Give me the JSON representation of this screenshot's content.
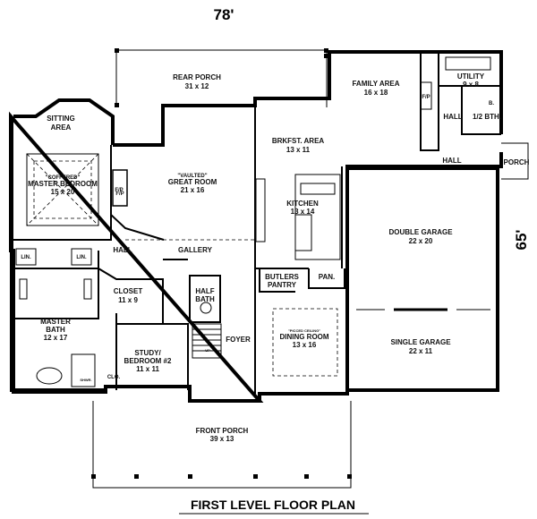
{
  "dimensions": {
    "width": "78'",
    "depth": "65'"
  },
  "plan_title": "FIRST LEVEL FLOOR PLAN",
  "rooms": {
    "rear_porch": {
      "name": "REAR PORCH",
      "size": "31 x 12"
    },
    "family_area": {
      "name": "FAMILY AREA",
      "size": "16 x 18"
    },
    "utility": {
      "name": "UTILITY",
      "size": "9 x 8"
    },
    "hall_upper": {
      "name": "HALL"
    },
    "half_bath_upper": {
      "name": "1/2 BTH."
    },
    "b": {
      "name": "B."
    },
    "hall_right": {
      "name": "HALL"
    },
    "porch_small": {
      "name": "PORCH"
    },
    "sitting_area": {
      "name": "SITTING",
      "name2": "AREA"
    },
    "master_bedroom": {
      "note": "\"COFFERED\"",
      "name": "MASTER BEDROOM",
      "size": "15 x 20"
    },
    "great_room": {
      "note": "\"VAULTED\"",
      "name": "GREAT ROOM",
      "size": "21 x 16"
    },
    "fp_master": {
      "name": "F/P"
    },
    "fp_great": {
      "name": "F/P"
    },
    "fp_family": {
      "name": "F/P"
    },
    "brkfst_area": {
      "name": "BRKFST. AREA",
      "size": "13 x 11"
    },
    "kitchen": {
      "name": "KITCHEN",
      "size": "13 x 14"
    },
    "double_garage": {
      "name": "DOUBLE GARAGE",
      "size": "22 x 20"
    },
    "single_garage": {
      "name": "SINGLE GARAGE",
      "size": "22 x 11"
    },
    "hall_mid": {
      "name": "HALL"
    },
    "gallery": {
      "name": "GALLERY"
    },
    "lin_left": {
      "name": "LIN."
    },
    "lin_right": {
      "name": "LIN."
    },
    "closet": {
      "name": "CLOSET",
      "size": "11 x 9"
    },
    "half_bath": {
      "name": "HALF",
      "name2": "BATH"
    },
    "butlers_pantry": {
      "name": "BUTLERS",
      "name2": "PANTRY"
    },
    "pan": {
      "name": "PAN."
    },
    "master_bath": {
      "name": "MASTER",
      "name2": "BATH",
      "size": "12 x 17"
    },
    "study": {
      "name": "STUDY/",
      "name2": "BEDROOM #2",
      "size": "11 x 11"
    },
    "foyer": {
      "name": "FOYER"
    },
    "dining_room": {
      "note": "\"PICCED CEILING\"",
      "name": "DINING ROOM",
      "size": "13 x 16"
    },
    "clo": {
      "name": "CLO."
    },
    "shwr": {
      "name": "SHWR."
    },
    "up": {
      "name": "UP"
    },
    "front_porch": {
      "name": "FRONT PORCH",
      "size": "39 x 13"
    }
  }
}
